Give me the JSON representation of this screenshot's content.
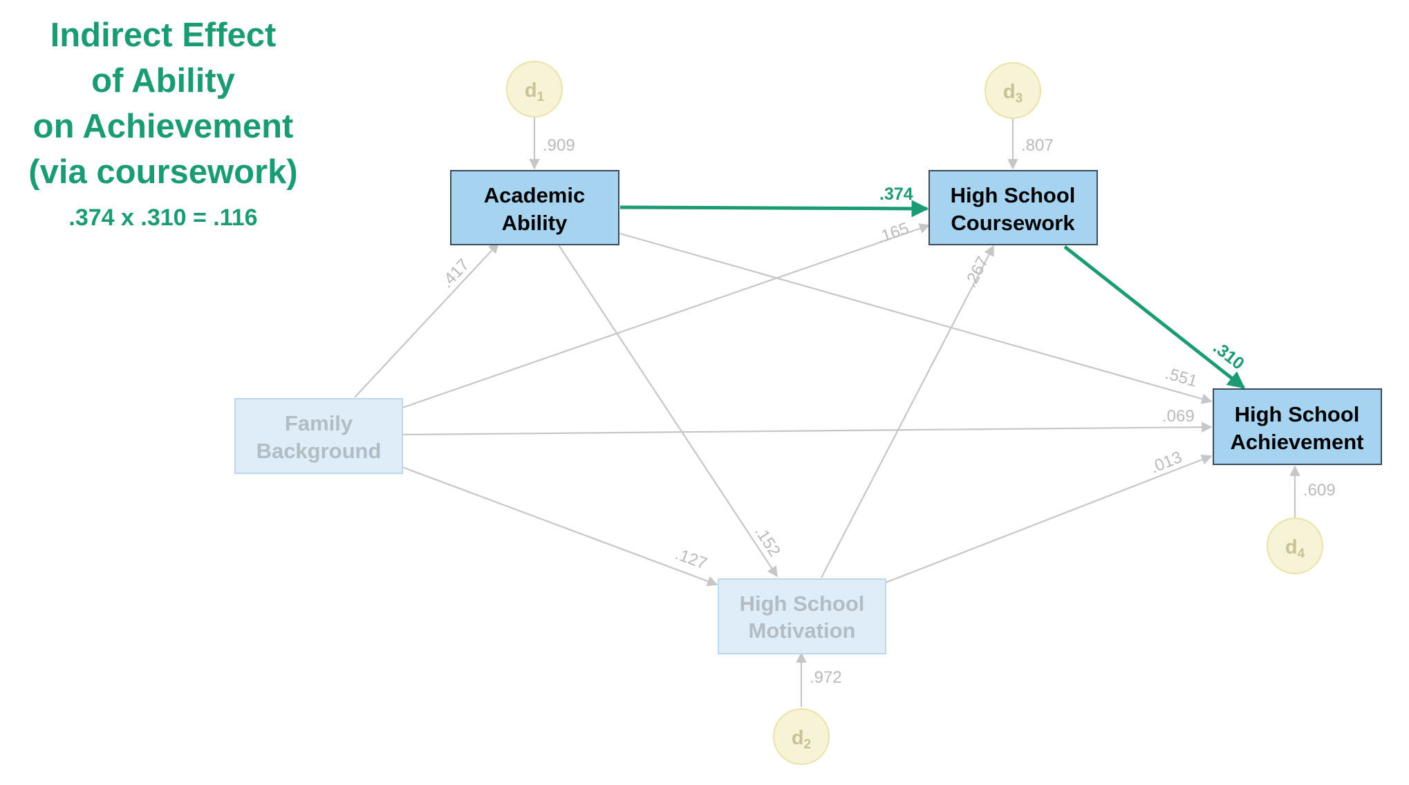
{
  "title_lines": [
    "Indirect Effect",
    "of Ability",
    "on Achievement",
    "(via coursework)"
  ],
  "formula": ".374 x .310 = .116",
  "colors": {
    "highlight": "#1a9b73",
    "active_fill": "#a6d3f0",
    "active_border": "#3b4a58",
    "faded_fill": "#deedf8",
    "faded_border": "#bcd8ec",
    "faded_text": "#b3bcc2",
    "path_grey": "#c6c6c6",
    "coef_grey": "#b9b9b9",
    "disturbance_fill": "#f7f3d7",
    "disturbance_border": "#e9e2a9",
    "disturbance_text": "#c8c196"
  },
  "nodes": {
    "academic_ability": {
      "line1": "Academic",
      "line2": "Ability",
      "state": "active"
    },
    "coursework": {
      "line1": "High School",
      "line2": "Coursework",
      "state": "active"
    },
    "achievement": {
      "line1": "High School",
      "line2": "Achievement",
      "state": "active"
    },
    "family_background": {
      "line1": "Family",
      "line2": "Background",
      "state": "faded"
    },
    "motivation": {
      "line1": "High School",
      "line2": "Motivation",
      "state": "faded"
    }
  },
  "disturbances": {
    "d1": {
      "letter": "d",
      "sub": "1",
      "coef": ".909"
    },
    "d2": {
      "letter": "d",
      "sub": "2",
      "coef": ".972"
    },
    "d3": {
      "letter": "d",
      "sub": "3",
      "coef": ".807"
    },
    "d4": {
      "letter": "d",
      "sub": "4",
      "coef": ".609"
    }
  },
  "paths": {
    "ability_to_coursework": ".374",
    "coursework_to_achievement": ".310",
    "family_to_ability": ".417",
    "family_to_coursework": ".165",
    "ability_to_achievement": ".551",
    "family_to_achievement": ".069",
    "motivation_to_coursework": ".267",
    "ability_to_motivation": ".152",
    "family_to_motivation": ".127",
    "motivation_to_achievement": ".013"
  }
}
